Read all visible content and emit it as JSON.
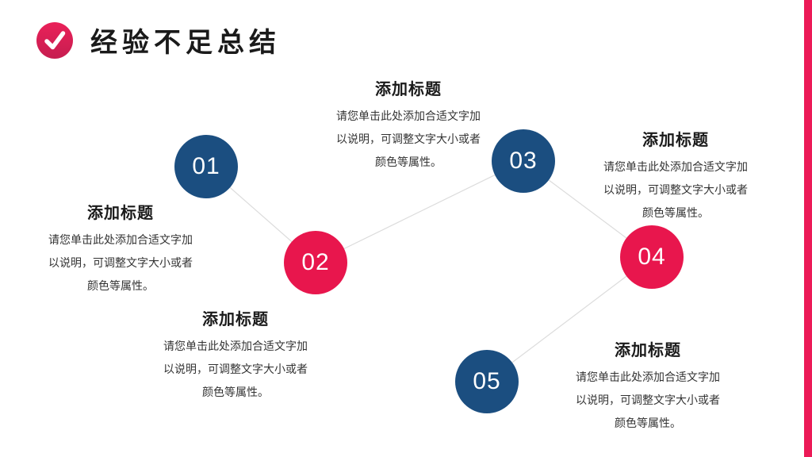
{
  "slide_title": {
    "text": "经验不足总结",
    "icon": "checkmark"
  },
  "colors": {
    "blue": "#1b4e80",
    "pink": "#e8164d",
    "icon_pink_top": "#ea2059",
    "icon_pink_bottom": "#c61e50",
    "connector": "#dcdcdc",
    "side_accent": "#ec1a57",
    "heading_text": "#1a1a1a",
    "body_text": "#333333"
  },
  "steps": [
    {
      "number": "01",
      "color": "blue",
      "heading": "添加标题",
      "body": "请您单击此处添加合适文字加以说明，可调整文字大小或者颜色等属性。"
    },
    {
      "number": "02",
      "color": "pink",
      "heading": "添加标题",
      "body": "请您单击此处添加合适文字加以说明，可调整文字大小或者颜色等属性。"
    },
    {
      "number": "03",
      "color": "blue",
      "heading": "添加标题",
      "body": "请您单击此处添加合适文字加以说明，可调整文字大小或者颜色等属性。"
    },
    {
      "number": "04",
      "color": "pink",
      "heading": "添加标题",
      "body": "请您单击此处添加合适文字加以说明，可调整文字大小或者颜色等属性。"
    },
    {
      "number": "05",
      "color": "blue",
      "heading": "添加标题",
      "body": "请您单击此处添加合适文字加以说明，可调整文字大小或者颜色等属性。"
    }
  ]
}
